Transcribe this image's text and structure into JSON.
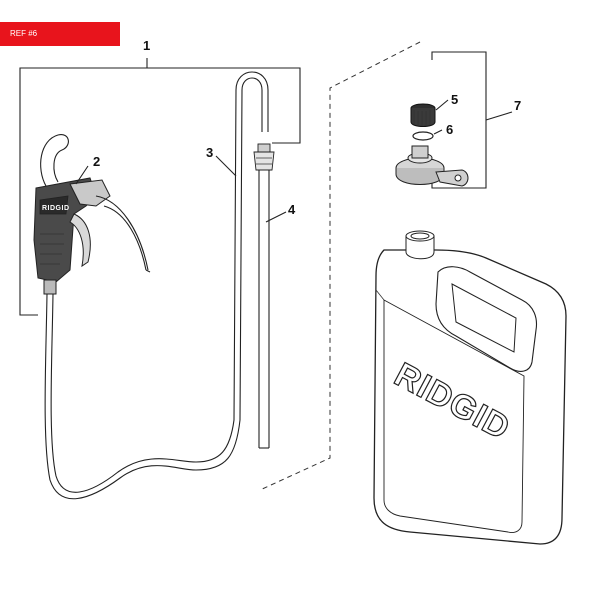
{
  "ref_badge": "REF #6",
  "callouts": {
    "c1": "1",
    "c2": "2",
    "c3": "3",
    "c4": "4",
    "c5": "5",
    "c6": "6",
    "c7": "7"
  },
  "jug_logo": "RIDGID",
  "gun_logo": "RIDGID",
  "colors": {
    "badge": "#e8141c",
    "line": "#222222"
  }
}
